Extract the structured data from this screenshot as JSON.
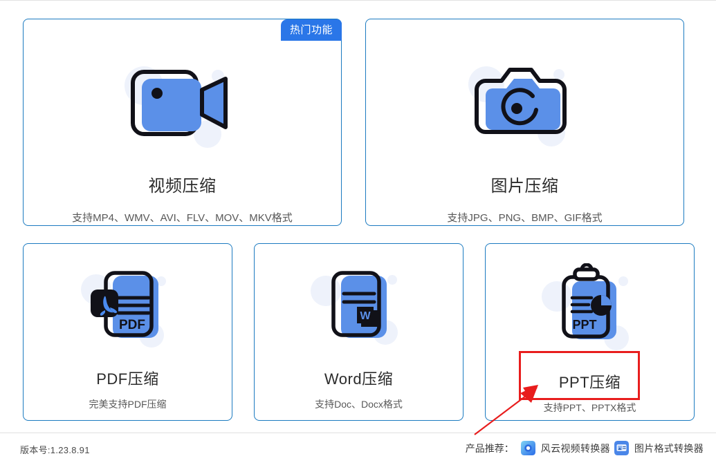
{
  "app": {
    "version_label": "版本号:1.23.8.91"
  },
  "cards_top": [
    {
      "id": "video-compress",
      "icon": "video-camera-icon",
      "title": "视频压缩",
      "subtitle": "支持MP4、WMV、AVI、FLV、MOV、MKV格式",
      "badge": "热门功能"
    },
    {
      "id": "image-compress",
      "icon": "camera-icon",
      "title": "图片压缩",
      "subtitle": "支持JPG、PNG、BMP、GIF格式",
      "badge": ""
    }
  ],
  "cards_bottom": [
    {
      "id": "pdf-compress",
      "icon": "pdf-document-icon",
      "title": "PDF压缩",
      "subtitle": "完美支持PDF压缩"
    },
    {
      "id": "word-compress",
      "icon": "word-document-icon",
      "title": "Word压缩",
      "subtitle": "支持Doc、Docx格式"
    },
    {
      "id": "ppt-compress",
      "icon": "ppt-clipboard-icon",
      "title": "PPT压缩",
      "subtitle": "支持PPT、PPTX格式"
    }
  ],
  "footer": {
    "promo_label": "产品推荐：",
    "promos": [
      {
        "icon": "video-converter-icon",
        "name": "风云视频转换器"
      },
      {
        "icon": "image-format-converter-icon",
        "name": "图片格式转换器"
      }
    ]
  },
  "annotation": {
    "type": "red-rectangle-with-arrow",
    "target": "ppt-compress-card-text"
  },
  "colors": {
    "card_border": "#1a7ac0",
    "badge_bg": "#2a76e8",
    "icon_blue": "#5b90e8",
    "icon_outline": "#111118",
    "annotation_red": "#e81d1d",
    "title_text": "#2b2b2b",
    "sub_text": "#585858"
  }
}
